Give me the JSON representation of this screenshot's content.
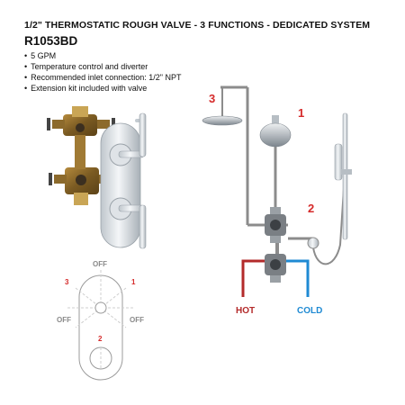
{
  "header": {
    "title": "1/2\" THERMOSTATIC ROUGH VALVE - 3 FUNCTIONS - DEDICATED SYSTEM",
    "model": "R1053BD"
  },
  "specs": [
    "5 GPM",
    "Temperature control and diverter",
    "Recommended inlet connection: 1/2\" NPT",
    "Extension kit included with valve"
  ],
  "shower_diagram": {
    "outlet_numbers": [
      "3",
      "1",
      "2"
    ],
    "hot_label": "HOT",
    "cold_label": "COLD"
  },
  "control_diagram": {
    "off_labels": [
      "OFF",
      "OFF",
      "OFF"
    ],
    "positions": [
      "3",
      "1",
      "2"
    ]
  },
  "colors": {
    "accent": "#d52a2a",
    "hot": "#b32a2a",
    "cold": "#1f8ad3",
    "pipe": "#8c8c8c"
  }
}
